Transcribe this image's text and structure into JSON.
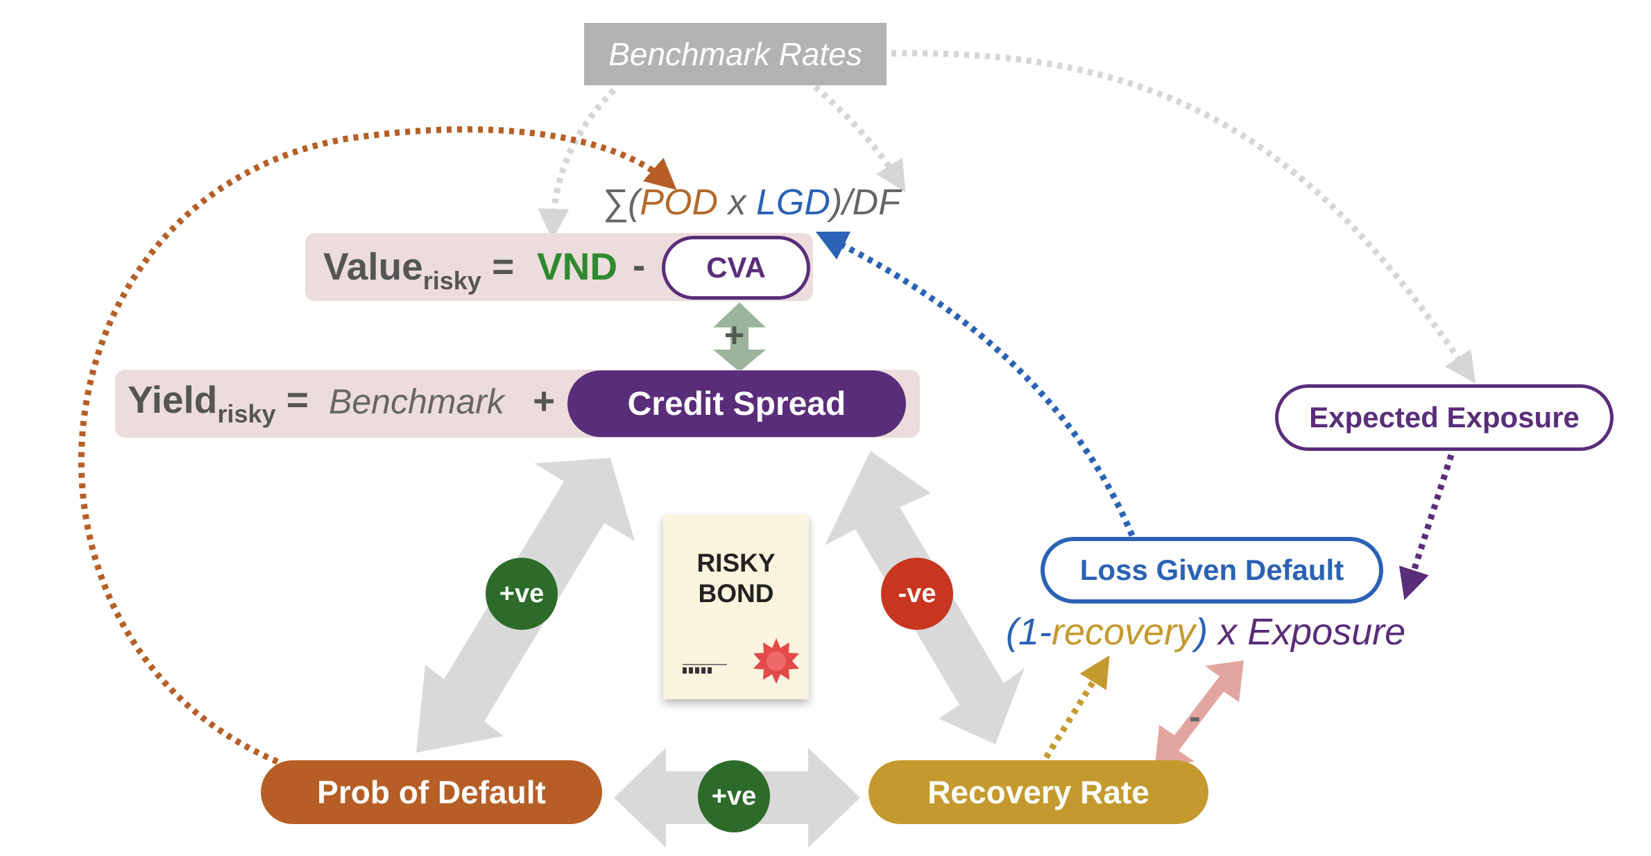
{
  "benchmark_rates": "Benchmark Rates",
  "formula_top": {
    "sigma_open": "∑(",
    "pod": "POD",
    "x": " x ",
    "lgd": "LGD",
    "close_df": ")/DF"
  },
  "value_row": {
    "label": "Value",
    "subscript": "risky",
    "equals": "=",
    "vnd": "VND",
    "minus": "-",
    "cva": "CVA"
  },
  "cva_link_sign": "+",
  "yield_row": {
    "label": "Yield",
    "subscript": "risky",
    "equals": "=",
    "benchmark": "Benchmark",
    "plus": "+",
    "credit_spread": "Credit Spread"
  },
  "expected_exposure": "Expected Exposure",
  "loss_given_default": "Loss Given Default",
  "lgd_formula": {
    "open": "(1-",
    "recovery": "recovery",
    "close": ")",
    "x": " x ",
    "exposure": "Exposure"
  },
  "bond": {
    "title": "RISKY\nBOND"
  },
  "prob_of_default": "Prob of Default",
  "recovery_rate": "Recovery Rate",
  "badges": {
    "left": "+ve",
    "right": "-ve",
    "bottom": "+ve"
  },
  "recovery_exposure_sign": "-",
  "colors": {
    "purple": "#5a2d7a",
    "blue": "#2a62b5",
    "orange": "#b65e26",
    "gold": "#c49a2e",
    "green": "#2f8a2f",
    "red": "#c8361f",
    "grey": "#b3b3b3",
    "band": "#ecdcdc"
  }
}
